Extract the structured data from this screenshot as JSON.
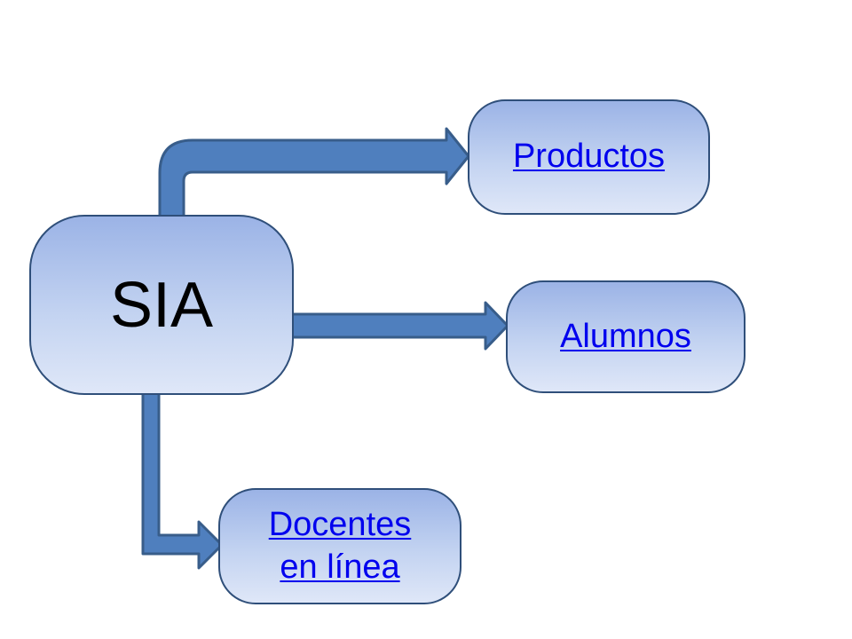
{
  "center": {
    "label": "SIA"
  },
  "nodes": {
    "productos": {
      "label": "Productos"
    },
    "alumnos": {
      "label": "Alumnos"
    },
    "docentes": {
      "line1": "Docentes",
      "line2": "en línea"
    }
  },
  "colors": {
    "arrow_fill": "#4f7fbe",
    "arrow_stroke": "#385d8a",
    "node_border": "#2f4f7a",
    "link": "#0000ee"
  }
}
